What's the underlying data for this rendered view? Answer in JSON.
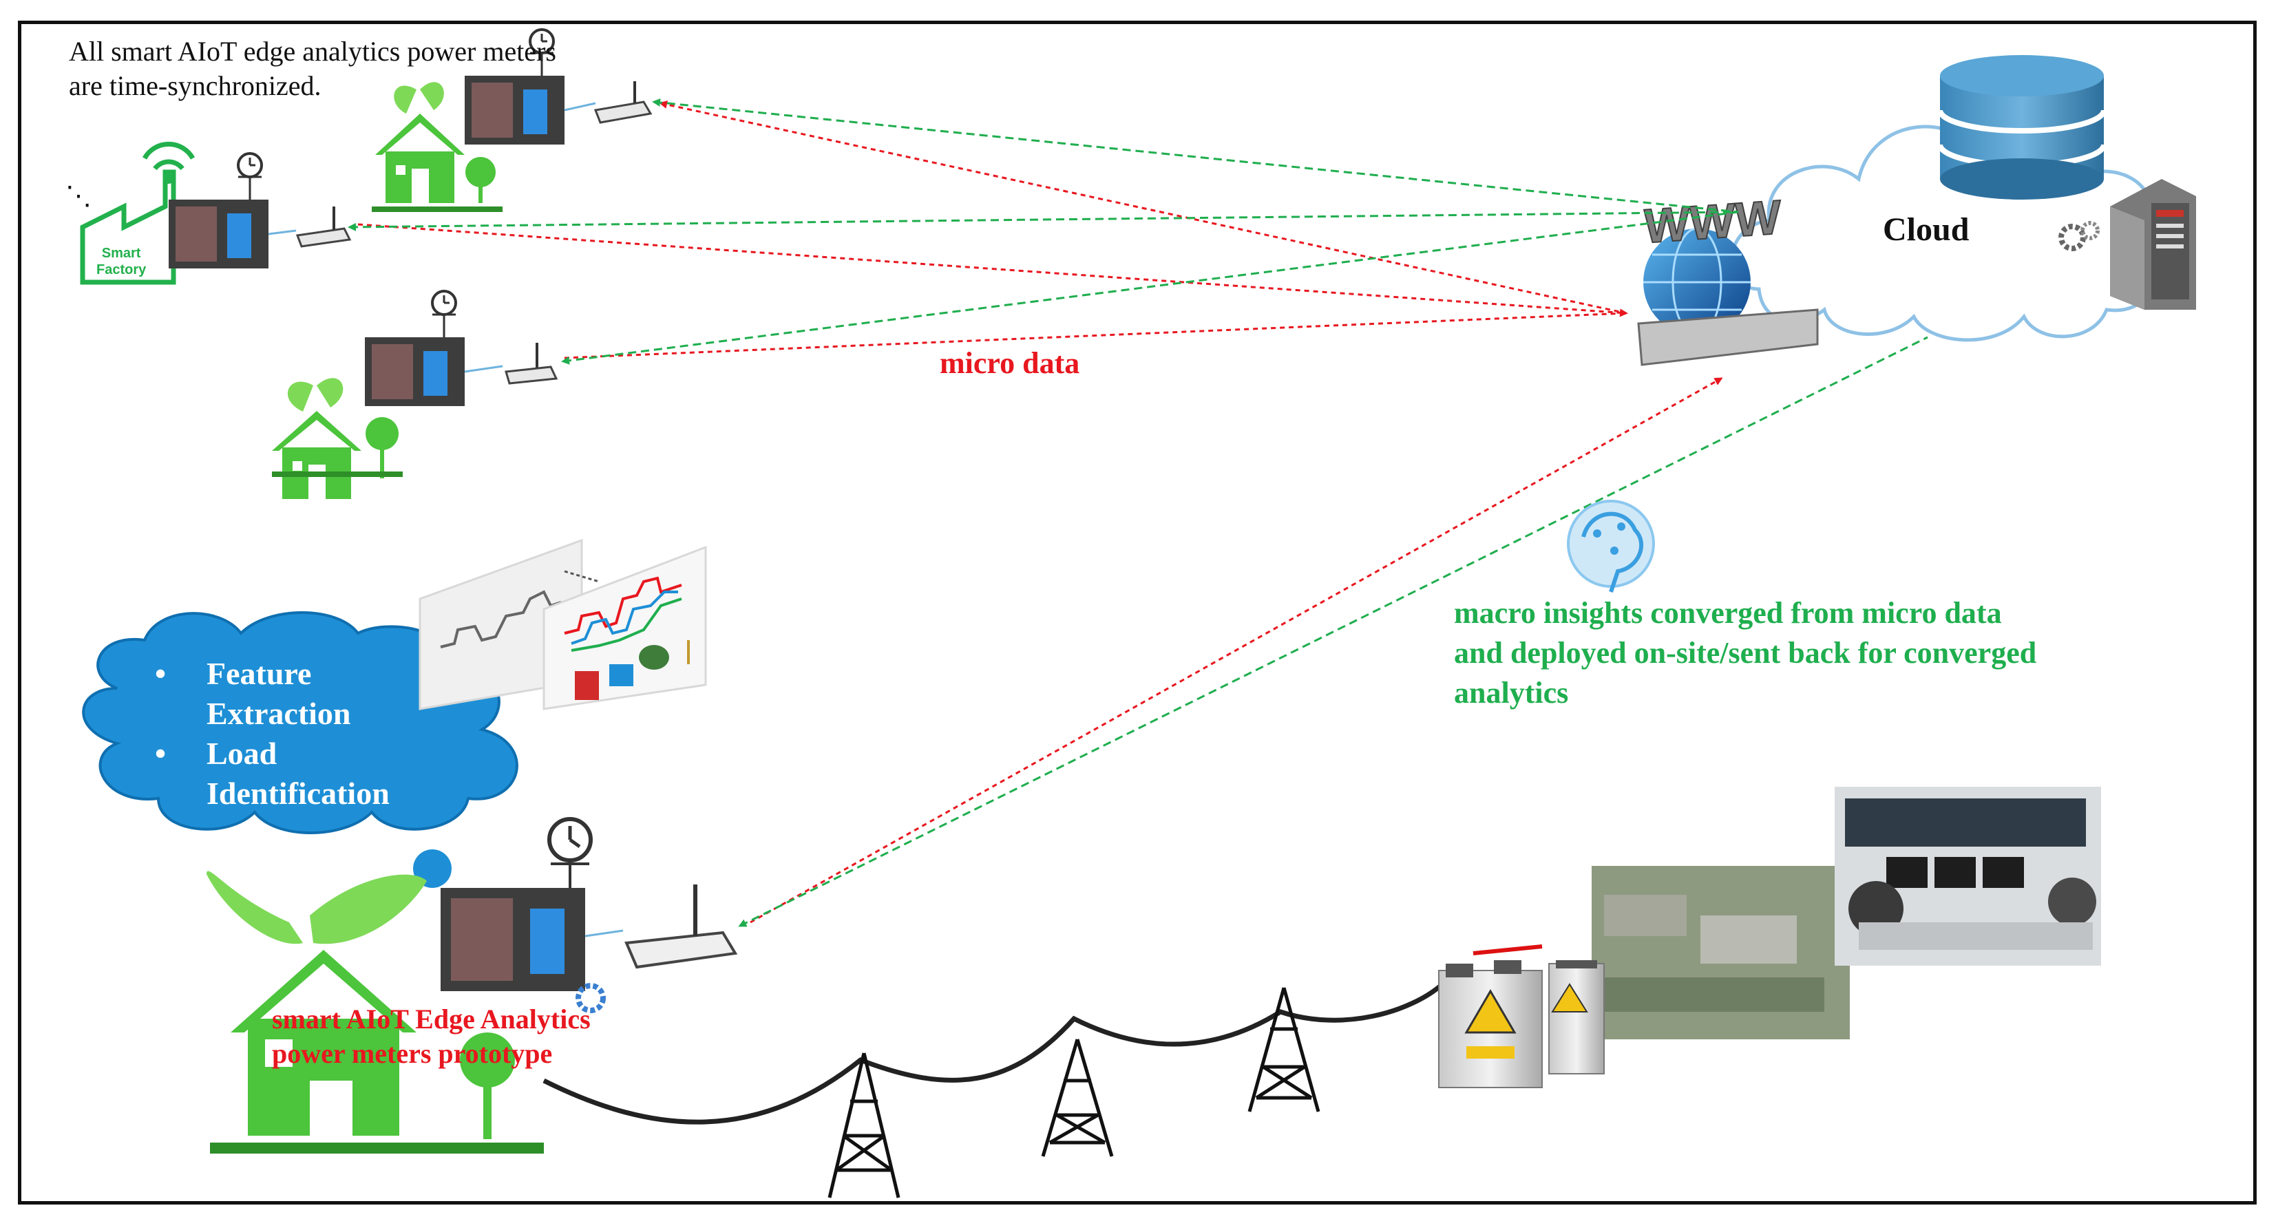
{
  "figure": {
    "sync_note_line1": "All smart AIoT edge analytics power meters",
    "sync_note_line2": "are time-synchronized.",
    "cloud_label": "Cloud",
    "www_label": "WWW",
    "micro_data_label": "micro data",
    "macro_line1": "macro insights converged from micro data",
    "macro_line2": "and deployed on-site/sent back for converged",
    "macro_line3": "analytics",
    "bubble_item1_line1": "Feature",
    "bubble_item1_line2": "Extraction",
    "bubble_item2_line1": "Load",
    "bubble_item2_line2": "Identification",
    "prototype_line1": "smart AIoT Edge Analytics",
    "prototype_line2": "power meters prototype",
    "factory_line1": "Smart",
    "factory_line2": "Factory",
    "ellipsis": "⋱"
  },
  "colors": {
    "micro_link": "#e8171f",
    "macro_link": "#1fae4e",
    "cloud_fill": "#ffffff",
    "cloud_stroke": "#8ec1e6",
    "bubble_fill": "#1e8fd6",
    "house_green": "#4cc43c",
    "leaf_green": "#7ed957"
  },
  "icons": [
    "clock-icon",
    "router-icon",
    "meter-photo-icon",
    "house-icon",
    "factory-icon",
    "wifi-icon",
    "globe-icon",
    "database-icon",
    "server-icon",
    "gear-icon",
    "brain-icon",
    "transformer-icon",
    "tower-icon",
    "waveform-icon",
    "control-room-photo",
    "substation-photo"
  ]
}
